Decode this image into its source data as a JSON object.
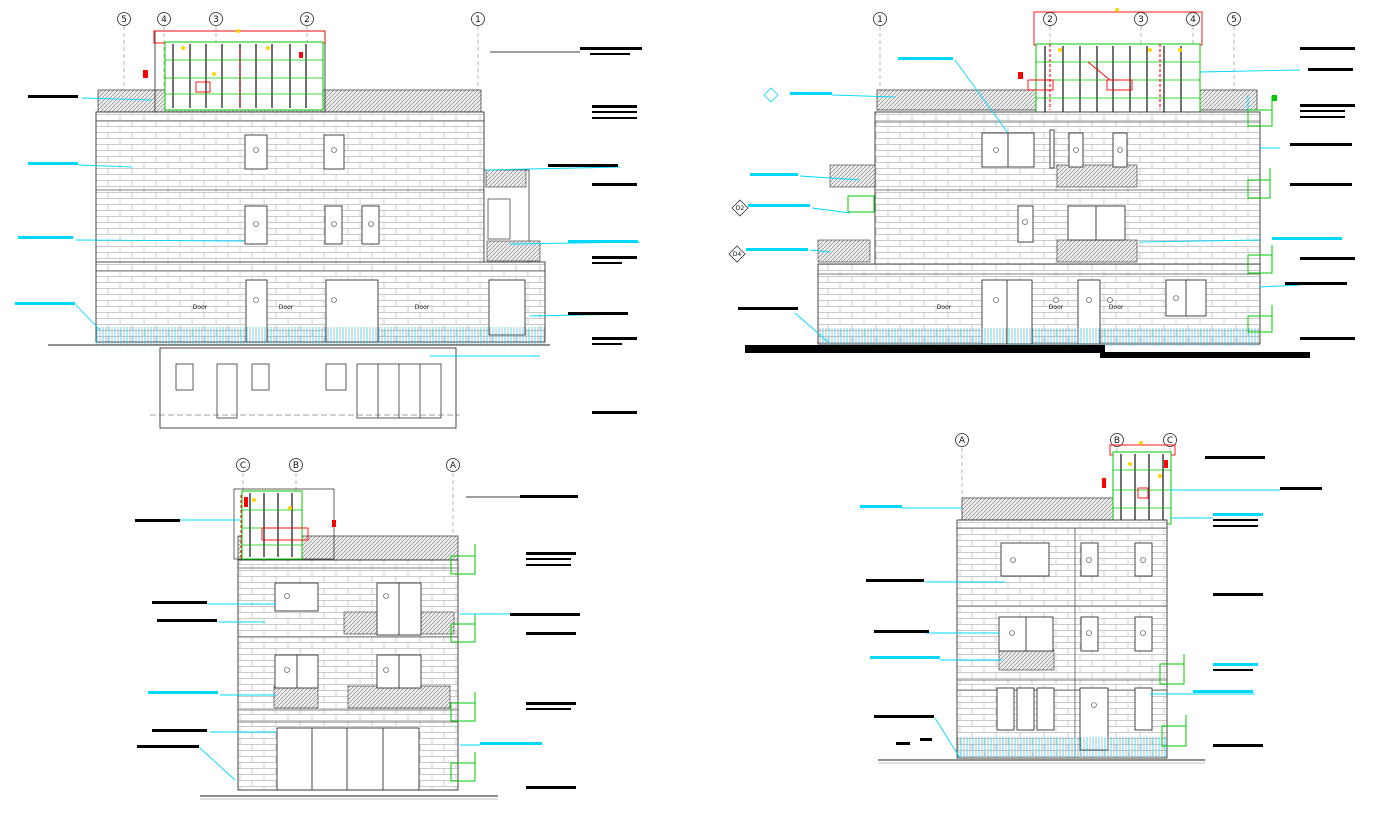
{
  "elevation_front": {
    "grid_labels": [
      "5",
      "4",
      "3",
      "2",
      "1"
    ]
  },
  "elevation_rear": {
    "grid_labels": [
      "1",
      "2",
      "3",
      "4",
      "5"
    ]
  },
  "elevation_side_left": {
    "grid_labels": [
      "C",
      "B",
      "A"
    ]
  },
  "elevation_side_right": {
    "grid_labels": [
      "A",
      "B",
      "C"
    ]
  },
  "annotations": {
    "door_label": "Door",
    "tag_d2": "D2",
    "tag_d4": "D4"
  },
  "colors": {
    "line": "#3a3a3a",
    "leader": "#00d8ff",
    "highlight_red": "#ff0000",
    "highlight_green": "#00c800",
    "highlight_yellow": "#ffd400",
    "label_bar": "#000000"
  }
}
